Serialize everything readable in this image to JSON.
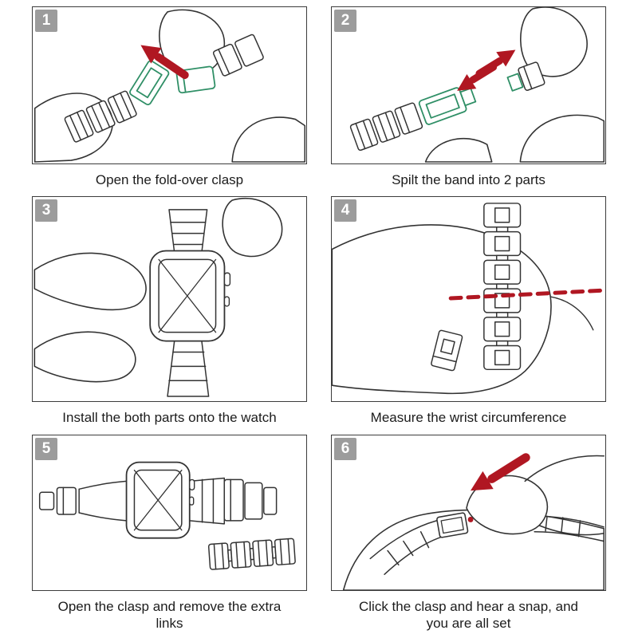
{
  "colors": {
    "badge_gray": "#9c9c9c",
    "line_dark": "#333333",
    "arrow_red": "#b01722",
    "clasp_green": "#2f8f66"
  },
  "steps": [
    {
      "number": "1",
      "caption": "Open the fold-over clasp"
    },
    {
      "number": "2",
      "caption": "Spilt the band into 2 parts"
    },
    {
      "number": "3",
      "caption": "Install the both parts onto the watch"
    },
    {
      "number": "4",
      "caption": "Measure the wrist circumference"
    },
    {
      "number": "5",
      "caption": "Open the clasp and remove the extra links"
    },
    {
      "number": "6",
      "caption": "Click the clasp and hear a snap, and you are all set"
    }
  ]
}
